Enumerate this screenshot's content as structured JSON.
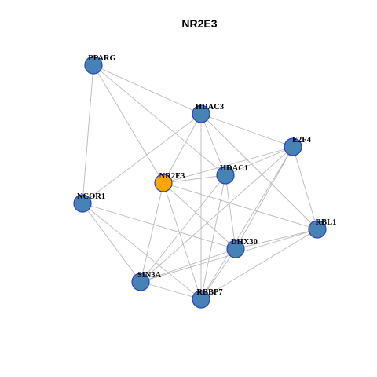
{
  "title": "NR2E3",
  "colors": {
    "node_fill": "#4682b4",
    "focus_fill": "#ffa500",
    "node_stroke": "#2b3fc6",
    "edge": "#b8b8b8"
  },
  "nodes": [
    {
      "id": "PPARG",
      "label": "PPARG",
      "focus": false
    },
    {
      "id": "HDAC3",
      "label": "HDAC3",
      "focus": false
    },
    {
      "id": "E2F4",
      "label": "E2F4",
      "focus": false
    },
    {
      "id": "HDAC1",
      "label": "HDAC1",
      "focus": false
    },
    {
      "id": "NR2E3",
      "label": "NR2E3",
      "focus": true
    },
    {
      "id": "NCOR1",
      "label": "NCOR1",
      "focus": false
    },
    {
      "id": "RBL1",
      "label": "RBL1",
      "focus": false
    },
    {
      "id": "DHX30",
      "label": "DHX30",
      "focus": false
    },
    {
      "id": "SIN3A",
      "label": "SIN3A",
      "focus": false
    },
    {
      "id": "RBBP7",
      "label": "RBBP7",
      "focus": false
    }
  ],
  "edges": [
    [
      "PPARG",
      "HDAC3"
    ],
    [
      "PPARG",
      "HDAC1"
    ],
    [
      "PPARG",
      "NR2E3"
    ],
    [
      "PPARG",
      "NCOR1"
    ],
    [
      "HDAC3",
      "E2F4"
    ],
    [
      "HDAC3",
      "HDAC1"
    ],
    [
      "HDAC3",
      "NR2E3"
    ],
    [
      "HDAC3",
      "NCOR1"
    ],
    [
      "HDAC3",
      "RBBP7"
    ],
    [
      "HDAC3",
      "RBL1"
    ],
    [
      "E2F4",
      "HDAC1"
    ],
    [
      "E2F4",
      "NR2E3"
    ],
    [
      "E2F4",
      "RBL1"
    ],
    [
      "E2F4",
      "DHX30"
    ],
    [
      "E2F4",
      "SIN3A"
    ],
    [
      "E2F4",
      "RBBP7"
    ],
    [
      "HDAC1",
      "NR2E3"
    ],
    [
      "HDAC1",
      "DHX30"
    ],
    [
      "HDAC1",
      "SIN3A"
    ],
    [
      "HDAC1",
      "RBBP7"
    ],
    [
      "NR2E3",
      "RBL1"
    ],
    [
      "NR2E3",
      "DHX30"
    ],
    [
      "NR2E3",
      "SIN3A"
    ],
    [
      "NR2E3",
      "RBBP7"
    ],
    [
      "NCOR1",
      "SIN3A"
    ],
    [
      "NCOR1",
      "RBBP7"
    ],
    [
      "NCOR1",
      "DHX30"
    ],
    [
      "RBL1",
      "SIN3A"
    ],
    [
      "RBL1",
      "RBBP7"
    ],
    [
      "RBL1",
      "DHX30"
    ],
    [
      "DHX30",
      "SIN3A"
    ],
    [
      "DHX30",
      "RBBP7"
    ],
    [
      "SIN3A",
      "RBBP7"
    ]
  ]
}
